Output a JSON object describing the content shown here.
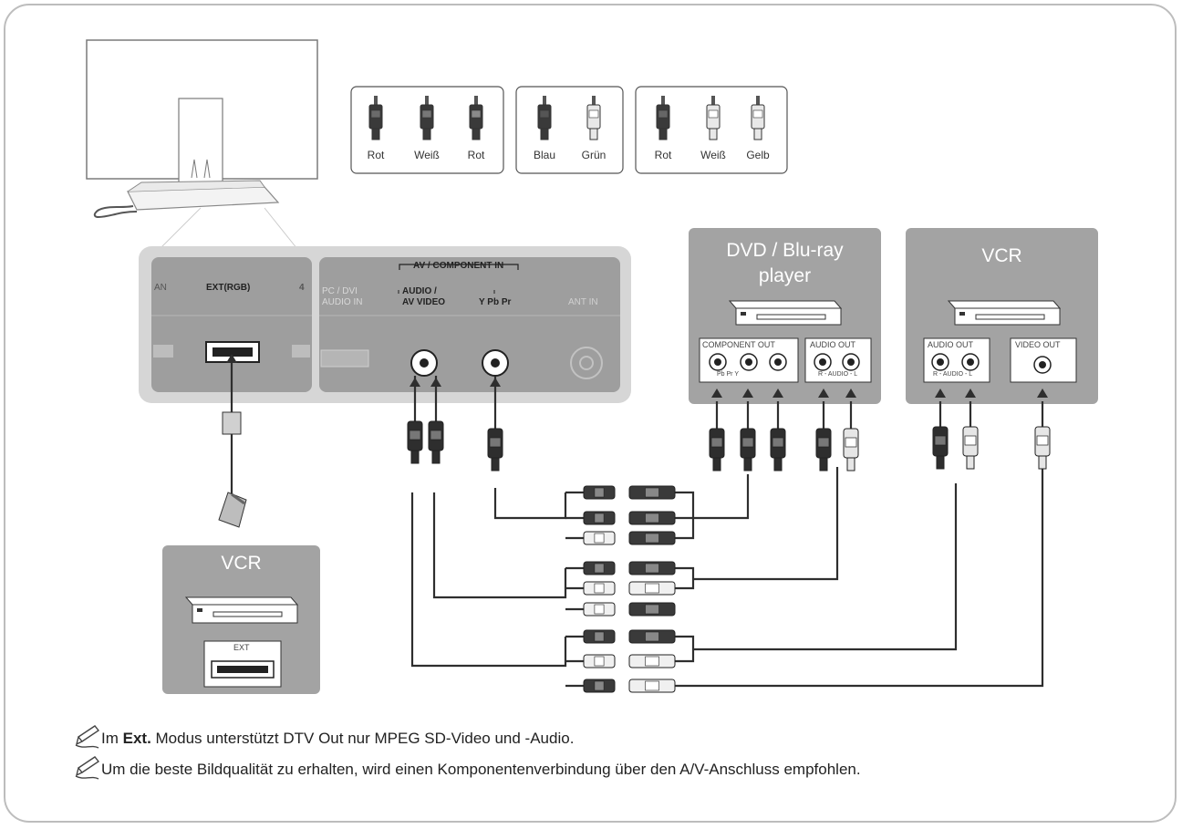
{
  "legend": {
    "groups": [
      [
        {
          "label": "Rot",
          "color": "#3a3a3a",
          "tip": "#6a6a6a"
        },
        {
          "label": "Weiß",
          "color": "#3a3a3a",
          "tip": "#777777"
        },
        {
          "label": "Rot",
          "color": "#3a3a3a",
          "tip": "#8a8a8a"
        }
      ],
      [
        {
          "label": "Blau",
          "color": "#3a3a3a",
          "tip": "#555555"
        },
        {
          "label": "Grün",
          "color": "#e8e8e8",
          "tip": "#ffffff"
        }
      ],
      [
        {
          "label": "Rot",
          "color": "#3a3a3a",
          "tip": "#666666"
        },
        {
          "label": "Weiß",
          "color": "#e8e8e8",
          "tip": "#ffffff"
        },
        {
          "label": "Gelb",
          "color": "#e8e8e8",
          "tip": "#ffffff"
        }
      ]
    ]
  },
  "tv_panel": {
    "ports_left": {
      "ext": "EXT(RGB)",
      "an": "AN",
      "four": "4"
    },
    "av_header": "AV / COMPONENT IN",
    "pc_dvi": [
      "PC / DVI",
      "AUDIO IN"
    ],
    "audio_av": [
      "AUDIO /",
      "AV VIDEO"
    ],
    "ypbpr": "Y Pb Pr",
    "ant_in": "ANT IN"
  },
  "devices": {
    "dvd": {
      "title_line1": "DVD / Blu-ray",
      "title_line2": "player",
      "component_out": "COMPONENT OUT",
      "audio_out": "AUDIO OUT",
      "component_sub": "Pb Pr Y",
      "audio_sub": "R - AUDIO - L"
    },
    "vcr_right": {
      "title": "VCR",
      "audio_out": "AUDIO OUT",
      "video_out": "VIDEO OUT",
      "audio_sub": "R - AUDIO - L"
    },
    "vcr_left": {
      "title": "VCR",
      "ext": "EXT"
    }
  },
  "notes": {
    "note1_pre": "Im ",
    "note1_bold": "Ext.",
    "note1_post": " Modus unterstützt DTV Out nur MPEG SD-Video und -Audio.",
    "note2": "Um die beste Bildqualität zu erhalten, wird einen Komponentenverbindung über den A/V-Anschluss empfohlen."
  },
  "colors": {
    "panel_gray": "#9a9a9a",
    "device_gray": "#a3a3a3",
    "cable_dark": "#2e2e2e",
    "frame": "#bdbdbd"
  }
}
